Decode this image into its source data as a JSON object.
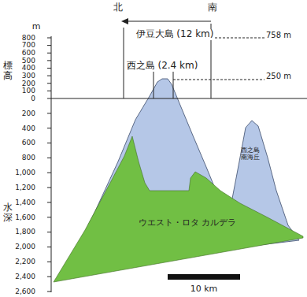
{
  "diagram": {
    "labels": [
      "北",
      "南",
      "m",
      "標高",
      "800",
      "700",
      "600",
      "500",
      "400",
      "300",
      "200",
      "100",
      "0",
      "水深",
      "200",
      "400",
      "600",
      "800",
      "1,000",
      "1,200",
      "1,400",
      "1,600",
      "1,800",
      "2,000",
      "2,200",
      "2,400",
      "2,600",
      "伊豆大島 (12 km)",
      "758 m",
      "西之島 (2.4 km)",
      "250 m",
      "西之島南海丘",
      "ウエスト・ロタ カルデラ",
      "10 km"
    ]
  }
}
